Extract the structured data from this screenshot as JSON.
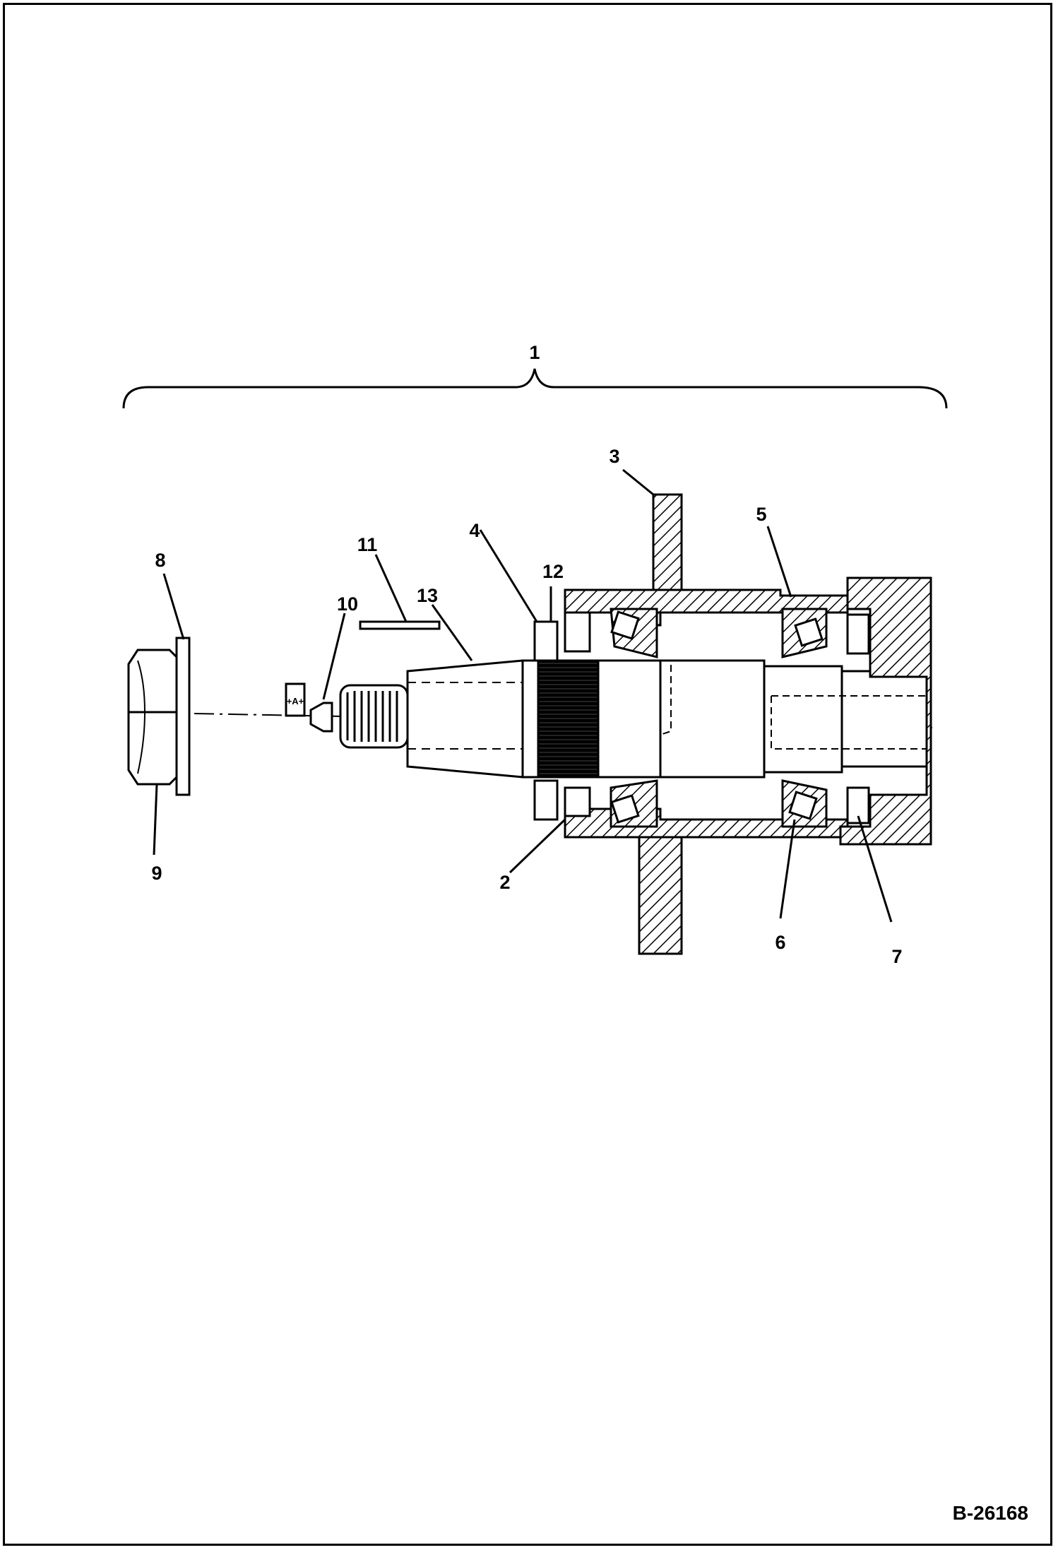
{
  "figure": {
    "reference": "B-26168",
    "callouts": [
      "1",
      "2",
      "3",
      "4",
      "5",
      "6",
      "7",
      "8",
      "9",
      "10",
      "11",
      "12",
      "13"
    ],
    "gauge_mark": "+A+",
    "line_color": "#000000",
    "background": "#ffffff"
  }
}
